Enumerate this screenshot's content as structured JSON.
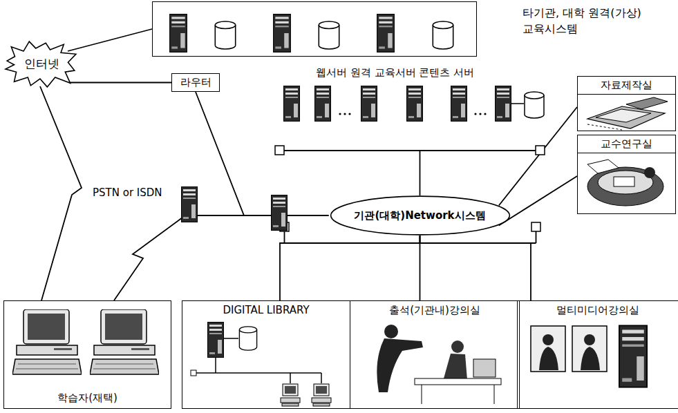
{
  "diagram": {
    "nodes": [
      {
        "text": [
          "인터넷"
        ]
      },
      {
        "text": [
          "타기관, 대학 원격(가상) 교육시스템"
        ]
      },
      {
        "text": [
          "라우터"
        ]
      },
      {
        "text": [
          "기관(대학)Network시스템"
        ]
      },
      {
        "text": [
          "자료제작실"
        ]
      },
      {
        "text": [
          "교수연구실"
        ]
      },
      {
        "text": [
          "학습자(재택)"
        ]
      },
      {
        "text": [
          "DIGITAL LIBRARY"
        ]
      },
      {
        "text": [
          "출석(기관내)강의실"
        ]
      },
      {
        "text": [
          "멀티미디어강의실"
        ]
      }
    ],
    "edges": [
      {
        "from": 0,
        "to": 1,
        "arrow": "none"
      },
      {
        "from": 0,
        "to": 2,
        "arrow": "none"
      },
      {
        "from": 2,
        "to": 3,
        "arrow": "none"
      },
      {
        "from": 0,
        "to": 6,
        "arrow": "none"
      },
      {
        "from": 6,
        "to": 3,
        "arrow": "none"
      },
      {
        "from": 3,
        "to": 4,
        "arrow": "none"
      },
      {
        "from": 3,
        "to": 5,
        "arrow": "none"
      },
      {
        "from": 3,
        "to": 7,
        "arrow": "none"
      },
      {
        "from": 3,
        "to": 8,
        "arrow": "none"
      },
      {
        "from": 3,
        "to": 9,
        "arrow": "none"
      }
    ],
    "labels": [
      "웹서버 원격 교육서버 콘텐츠 서버",
      "PSTN or ISDN"
    ]
  }
}
